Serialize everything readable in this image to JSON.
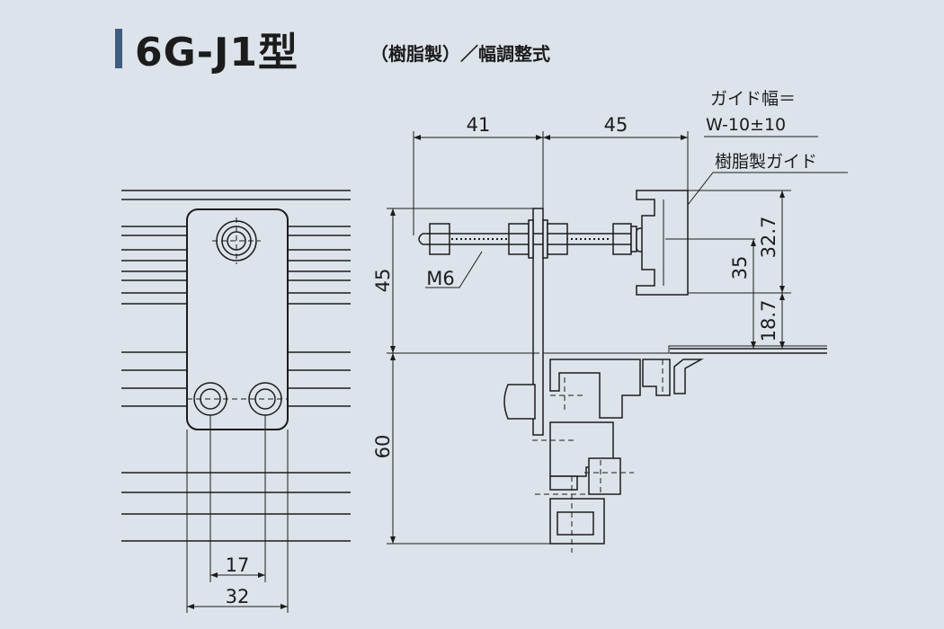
{
  "title": {
    "main": "6G-J1型",
    "sub": "（樹脂製）／幅調整式"
  },
  "dimensions": {
    "d41": "41",
    "d45_top": "45",
    "d45_left": "45",
    "d60": "60",
    "d35": "35",
    "d32_7": "32.7",
    "d18_7": "18.7",
    "d17": "17",
    "d32": "32",
    "m6": "M6"
  },
  "notes": {
    "guide_width_line1": "ガイド幅＝",
    "guide_width_line2": "W-10±10",
    "resin_guide": "樹脂製ガイド"
  }
}
